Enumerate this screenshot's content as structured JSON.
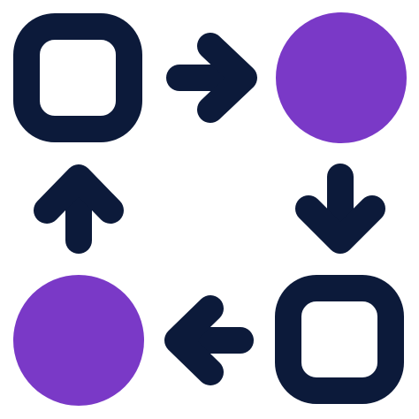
{
  "icon": {
    "name": "process-flow-cycle-icon",
    "colors": {
      "stroke": "#0c1a3a",
      "accent": "#7a39c7",
      "background": "#ffffff"
    },
    "nodes": [
      {
        "name": "top-left-square-node",
        "shape": "rounded-square"
      },
      {
        "name": "top-right-circle-node",
        "shape": "circle"
      },
      {
        "name": "bottom-right-square-node",
        "shape": "rounded-square"
      },
      {
        "name": "bottom-left-circle-node",
        "shape": "circle"
      }
    ],
    "arrows": [
      {
        "name": "arrow-right-icon",
        "direction": "right"
      },
      {
        "name": "arrow-down-icon",
        "direction": "down"
      },
      {
        "name": "arrow-left-icon",
        "direction": "left"
      },
      {
        "name": "arrow-up-icon",
        "direction": "up"
      }
    ]
  }
}
